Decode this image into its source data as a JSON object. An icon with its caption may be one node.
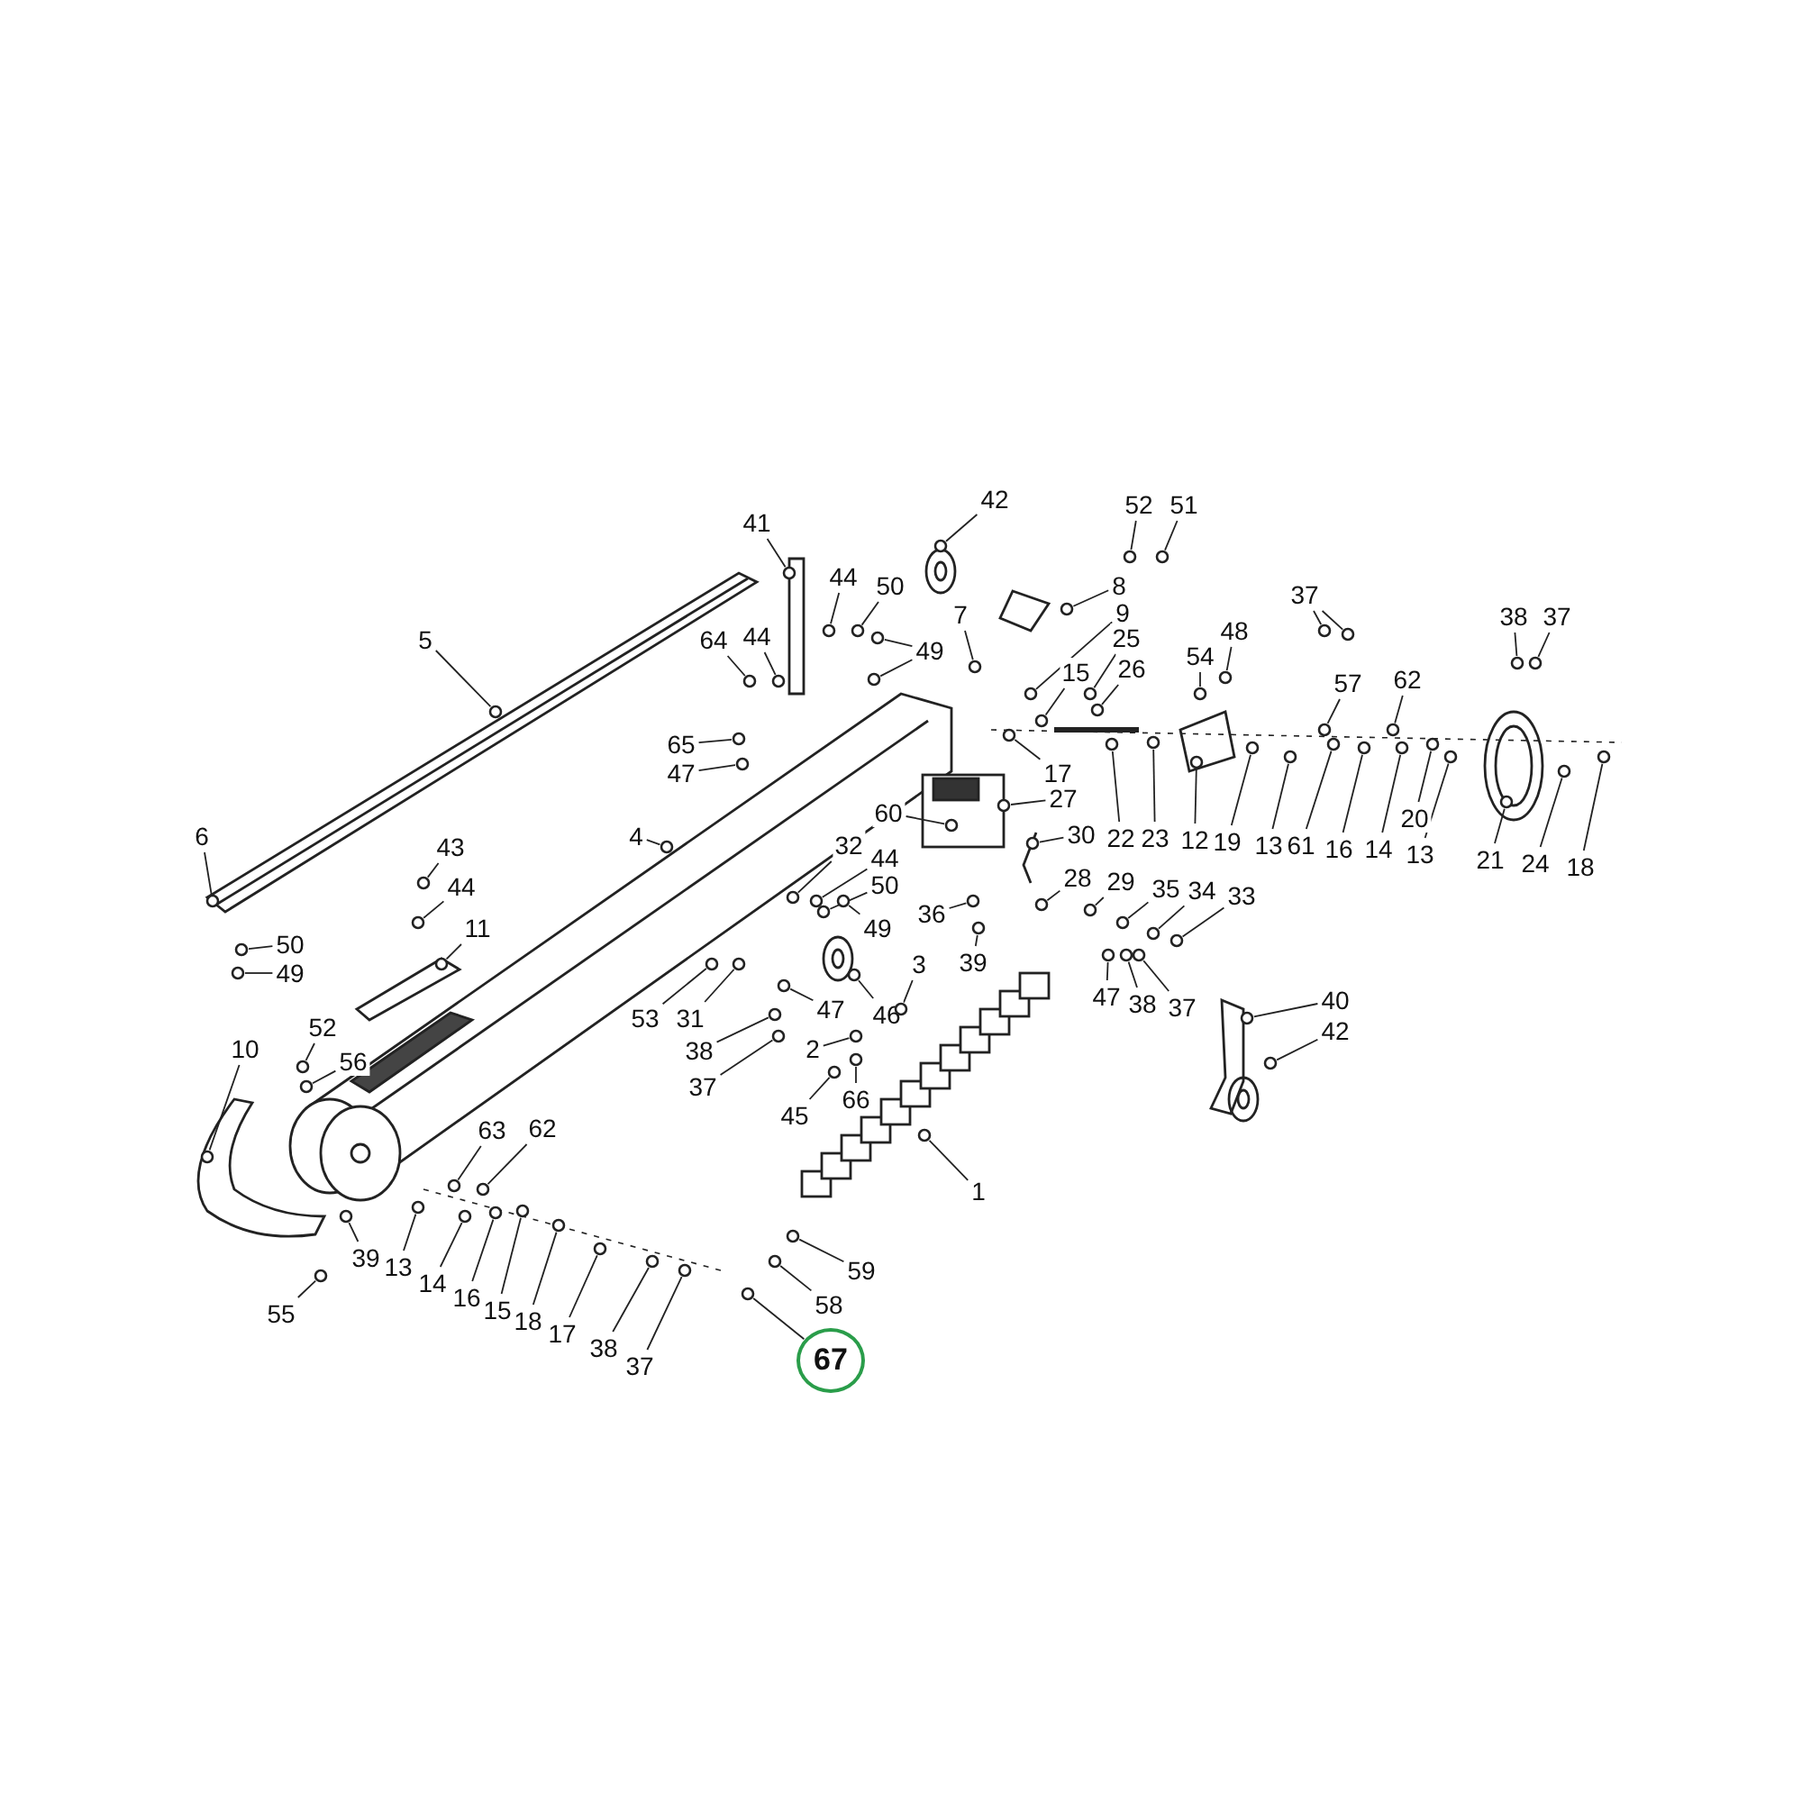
{
  "diagram": {
    "nodes": [
      {
        "text": [
          "42"
        ]
      },
      {
        "text": [
          "52"
        ]
      },
      {
        "text": [
          "51"
        ]
      },
      {
        "text": [
          "41"
        ]
      },
      {
        "text": [
          "44"
        ]
      },
      {
        "text": [
          "50"
        ]
      },
      {
        "text": [
          "8"
        ]
      },
      {
        "text": [
          "37"
        ]
      },
      {
        "text": [
          "38"
        ]
      },
      {
        "text": [
          "37"
        ]
      },
      {
        "text": [
          "9"
        ]
      },
      {
        "text": [
          "7"
        ]
      },
      {
        "text": [
          "64"
        ]
      },
      {
        "text": [
          "44"
        ]
      },
      {
        "text": [
          "48"
        ]
      },
      {
        "text": [
          "25"
        ]
      },
      {
        "text": [
          "49"
        ]
      },
      {
        "text": [
          "54"
        ]
      },
      {
        "text": [
          "15"
        ]
      },
      {
        "text": [
          "26"
        ]
      },
      {
        "text": [
          "57"
        ]
      },
      {
        "text": [
          "62"
        ]
      },
      {
        "text": [
          "5"
        ]
      },
      {
        "text": [
          "65"
        ]
      },
      {
        "text": [
          "47"
        ]
      },
      {
        "text": [
          "17"
        ]
      },
      {
        "text": [
          "27"
        ]
      },
      {
        "text": [
          "60"
        ]
      },
      {
        "text": [
          "4"
        ]
      },
      {
        "text": [
          "30"
        ]
      },
      {
        "text": [
          "22"
        ]
      },
      {
        "text": [
          "23"
        ]
      },
      {
        "text": [
          "12"
        ]
      },
      {
        "text": [
          "19"
        ]
      },
      {
        "text": [
          "13"
        ]
      },
      {
        "text": [
          "61"
        ]
      },
      {
        "text": [
          "16"
        ]
      },
      {
        "text": [
          "14"
        ]
      },
      {
        "text": [
          "20"
        ]
      },
      {
        "text": [
          "13"
        ]
      },
      {
        "text": [
          "21"
        ]
      },
      {
        "text": [
          "24"
        ]
      },
      {
        "text": [
          "18"
        ]
      },
      {
        "text": [
          "32"
        ]
      },
      {
        "text": [
          "44"
        ]
      },
      {
        "text": [
          "50"
        ]
      },
      {
        "text": [
          "49"
        ]
      },
      {
        "text": [
          "6"
        ]
      },
      {
        "text": [
          "43"
        ]
      },
      {
        "text": [
          "44"
        ]
      },
      {
        "text": [
          "50"
        ]
      },
      {
        "text": [
          "49"
        ]
      },
      {
        "text": [
          "11"
        ]
      },
      {
        "text": [
          "28"
        ]
      },
      {
        "text": [
          "29"
        ]
      },
      {
        "text": [
          "35"
        ]
      },
      {
        "text": [
          "34"
        ]
      },
      {
        "text": [
          "33"
        ]
      },
      {
        "text": [
          "36"
        ]
      },
      {
        "text": [
          "39"
        ]
      },
      {
        "text": [
          "3"
        ]
      },
      {
        "text": [
          "47"
        ]
      },
      {
        "text": [
          "38"
        ]
      },
      {
        "text": [
          "37"
        ]
      },
      {
        "text": [
          "53"
        ]
      },
      {
        "text": [
          "31"
        ]
      },
      {
        "text": [
          "47"
        ]
      },
      {
        "text": [
          "46"
        ]
      },
      {
        "text": [
          "40"
        ]
      },
      {
        "text": [
          "42"
        ]
      },
      {
        "text": [
          "38"
        ]
      },
      {
        "text": [
          "2"
        ]
      },
      {
        "text": [
          "52"
        ]
      },
      {
        "text": [
          "37"
        ]
      },
      {
        "text": [
          "56"
        ]
      },
      {
        "text": [
          "10"
        ]
      },
      {
        "text": [
          "45"
        ]
      },
      {
        "text": [
          "66"
        ]
      },
      {
        "text": [
          "63"
        ]
      },
      {
        "text": [
          "62"
        ]
      },
      {
        "text": [
          "1"
        ]
      },
      {
        "text": [
          "59"
        ]
      },
      {
        "text": [
          "39"
        ]
      },
      {
        "text": [
          "13"
        ]
      },
      {
        "text": [
          "14"
        ]
      },
      {
        "text": [
          "16"
        ]
      },
      {
        "text": [
          "15"
        ]
      },
      {
        "text": [
          "18"
        ]
      },
      {
        "text": [
          "17"
        ]
      },
      {
        "text": [
          "38"
        ]
      },
      {
        "text": [
          "37"
        ]
      },
      {
        "text": [
          "58"
        ]
      },
      {
        "text": [
          "55"
        ]
      },
      {
        "text": [
          "67"
        ]
      },
      {
        "text": [],
        "shape": "circle"
      },
      {
        "text": [],
        "shape": "circle"
      },
      {
        "text": [],
        "shape": "circle"
      },
      {
        "text": [],
        "shape": "circle"
      },
      {
        "text": [],
        "shape": "circle"
      },
      {
        "text": [],
        "shape": "circle"
      },
      {
        "text": [],
        "shape": "circle"
      },
      {
        "text": [],
        "shape": "circle"
      },
      {
        "text": [],
        "shape": "circle"
      },
      {
        "text": [],
        "shape": "circle"
      },
      {
        "text": [],
        "shape": "circle"
      },
      {
        "text": [],
        "shape": "circle"
      },
      {
        "text": [],
        "shape": "circle"
      },
      {
        "text": [],
        "shape": "circle"
      },
      {
        "text": [],
        "shape": "circle"
      },
      {
        "text": [],
        "shape": "circle"
      },
      {
        "text": [],
        "shape": "circle"
      },
      {
        "text": [],
        "shape": "circle"
      },
      {
        "text": [],
        "shape": "circle"
      },
      {
        "text": [],
        "shape": "circle"
      },
      {
        "text": [],
        "shape": "circle"
      },
      {
        "text": [],
        "shape": "circle"
      },
      {
        "text": [],
        "shape": "circle"
      },
      {
        "text": [],
        "shape": "circle"
      },
      {
        "text": [],
        "shape": "circle"
      },
      {
        "text": [],
        "shape": "circle"
      },
      {
        "text": [],
        "shape": "circle"
      },
      {
        "text": [],
        "shape": "circle"
      },
      {
        "text": [],
        "shape": "circle"
      },
      {
        "text": [],
        "shape": "circle"
      },
      {
        "text": [],
        "shape": "circle"
      },
      {
        "text": [],
        "shape": "circle"
      },
      {
        "text": [],
        "shape": "circle"
      },
      {
        "text": [],
        "shape": "circle"
      },
      {
        "text": [],
        "shape": "circle"
      },
      {
        "text": [],
        "shape": "circle"
      },
      {
        "text": [],
        "shape": "circle"
      },
      {
        "text": [],
        "shape": "circle"
      },
      {
        "text": [],
        "shape": "circle"
      },
      {
        "text": [],
        "shape": "circle"
      },
      {
        "text": [],
        "shape": "circle"
      },
      {
        "text": [],
        "shape": "circle"
      },
      {
        "text": [],
        "shape": "circle"
      },
      {
        "text": [],
        "shape": "circle"
      },
      {
        "text": [],
        "shape": "circle"
      },
      {
        "text": [],
        "shape": "circle"
      },
      {
        "text": [],
        "shape": "circle"
      },
      {
        "text": [],
        "shape": "circle"
      },
      {
        "text": [],
        "shape": "circle"
      },
      {
        "text": [],
        "shape": "circle"
      },
      {
        "text": [],
        "shape": "circle"
      },
      {
        "text": [],
        "shape": "circle"
      },
      {
        "text": [],
        "shape": "circle"
      },
      {
        "text": [],
        "shape": "circle"
      },
      {
        "text": [],
        "shape": "circle"
      },
      {
        "text": [],
        "shape": "circle"
      },
      {
        "text": [],
        "shape": "circle"
      },
      {
        "text": [],
        "shape": "circle"
      },
      {
        "text": [],
        "shape": "circle"
      },
      {
        "text": [],
        "shape": "circle"
      },
      {
        "text": [],
        "shape": "circle"
      },
      {
        "text": [],
        "shape": "circle"
      },
      {
        "text": [],
        "shape": "circle"
      },
      {
        "text": [],
        "shape": "circle"
      },
      {
        "text": [],
        "shape": "circle"
      },
      {
        "text": [],
        "shape": "circle"
      },
      {
        "text": [],
        "shape": "circle"
      },
      {
        "text": [],
        "shape": "circle"
      },
      {
        "text": [],
        "shape": "circle"
      },
      {
        "text": [],
        "shape": "circle"
      },
      {
        "text": [],
        "shape": "circle"
      },
      {
        "text": [],
        "shape": "circle"
      },
      {
        "text": [],
        "shape": "circle"
      },
      {
        "text": [],
        "shape": "circle"
      },
      {
        "text": [],
        "shape": "circle"
      },
      {
        "text": [],
        "shape": "circle"
      },
      {
        "text": [],
        "shape": "circle"
      },
      {
        "text": [],
        "shape": "circle"
      },
      {
        "text": [],
        "shape": "circle"
      },
      {
        "text": [],
        "shape": "circle"
      },
      {
        "text": [],
        "shape": "circle"
      },
      {
        "text": [],
        "shape": "circle"
      },
      {
        "text": [],
        "shape": "circle"
      },
      {
        "text": [],
        "shape": "circle"
      },
      {
        "text": [],
        "shape": "circle"
      },
      {
        "text": [],
        "shape": "circle"
      },
      {
        "text": [],
        "shape": "circle"
      },
      {
        "text": [],
        "shape": "circle"
      },
      {
        "text": [],
        "shape": "circle"
      },
      {
        "text": [],
        "shape": "circle"
      },
      {
        "text": [],
        "shape": "circle"
      },
      {
        "text": [],
        "shape": "circle"
      },
      {
        "text": [],
        "shape": "circle"
      },
      {
        "text": [],
        "shape": "circle"
      },
      {
        "text": [],
        "shape": "circle"
      },
      {
        "text": [],
        "shape": "circle"
      }
    ],
    "edges": [
      {
        "from": 0,
        "to": 94,
        "arrow": "none"
      },
      {
        "from": 1,
        "to": 95,
        "arrow": "none"
      },
      {
        "from": 2,
        "to": 96,
        "arrow": "none"
      },
      {
        "from": 3,
        "to": 97,
        "arrow": "none"
      },
      {
        "from": 4,
        "to": 98,
        "arrow": "none"
      },
      {
        "from": 5,
        "to": 99,
        "arrow": "none"
      },
      {
        "from": 6,
        "to": 100,
        "arrow": "none"
      },
      {
        "from": 7,
        "to": 101,
        "arrow": "none"
      },
      {
        "from": 7,
        "to": 102,
        "arrow": "none"
      },
      {
        "from": 8,
        "to": 103,
        "arrow": "none"
      },
      {
        "from": 9,
        "to": 104,
        "arrow": "none"
      },
      {
        "from": 10,
        "to": 105,
        "arrow": "none"
      },
      {
        "from": 11,
        "to": 106,
        "arrow": "none"
      },
      {
        "from": 12,
        "to": 107,
        "arrow": "none"
      },
      {
        "from": 13,
        "to": 108,
        "arrow": "none"
      },
      {
        "from": 14,
        "to": 109,
        "arrow": "none"
      },
      {
        "from": 15,
        "to": 110,
        "arrow": "none"
      },
      {
        "from": 16,
        "to": 111,
        "arrow": "none"
      },
      {
        "from": 16,
        "to": 112,
        "arrow": "none"
      },
      {
        "from": 17,
        "to": 113,
        "arrow": "none"
      },
      {
        "from": 18,
        "to": 114,
        "arrow": "none"
      },
      {
        "from": 19,
        "to": 115,
        "arrow": "none"
      },
      {
        "from": 20,
        "to": 116,
        "arrow": "none"
      },
      {
        "from": 21,
        "to": 117,
        "arrow": "none"
      },
      {
        "from": 22,
        "to": 118,
        "arrow": "none"
      },
      {
        "from": 23,
        "to": 119,
        "arrow": "none"
      },
      {
        "from": 24,
        "to": 120,
        "arrow": "none"
      },
      {
        "from": 25,
        "to": 121,
        "arrow": "none"
      },
      {
        "from": 26,
        "to": 122,
        "arrow": "none"
      },
      {
        "from": 27,
        "to": 123,
        "arrow": "none"
      },
      {
        "from": 28,
        "to": 124,
        "arrow": "none"
      },
      {
        "from": 29,
        "to": 125,
        "arrow": "none"
      },
      {
        "from": 30,
        "to": 126,
        "arrow": "none"
      },
      {
        "from": 31,
        "to": 127,
        "arrow": "none"
      },
      {
        "from": 32,
        "to": 128,
        "arrow": "none"
      },
      {
        "from": 33,
        "to": 129,
        "arrow": "none"
      },
      {
        "from": 34,
        "to": 130,
        "arrow": "none"
      },
      {
        "from": 35,
        "to": 131,
        "arrow": "none"
      },
      {
        "from": 36,
        "to": 132,
        "arrow": "none"
      },
      {
        "from": 37,
        "to": 133,
        "arrow": "none"
      },
      {
        "from": 38,
        "to": 134,
        "arrow": "none"
      },
      {
        "from": 39,
        "to": 135,
        "arrow": "none"
      },
      {
        "from": 40,
        "to": 136,
        "arrow": "none"
      },
      {
        "from": 41,
        "to": 137,
        "arrow": "none"
      },
      {
        "from": 42,
        "to": 138,
        "arrow": "none"
      },
      {
        "from": 43,
        "to": 139,
        "arrow": "none"
      },
      {
        "from": 44,
        "to": 140,
        "arrow": "none"
      },
      {
        "from": 45,
        "to": 141,
        "arrow": "none"
      },
      {
        "from": 46,
        "to": 142,
        "arrow": "none"
      },
      {
        "from": 47,
        "to": 143,
        "arrow": "none"
      },
      {
        "from": 48,
        "to": 144,
        "arrow": "none"
      },
      {
        "from": 49,
        "to": 145,
        "arrow": "none"
      },
      {
        "from": 50,
        "to": 146,
        "arrow": "none"
      },
      {
        "from": 51,
        "to": 147,
        "arrow": "none"
      },
      {
        "from": 52,
        "to": 148,
        "arrow": "none"
      },
      {
        "from": 53,
        "to": 149,
        "arrow": "none"
      },
      {
        "from": 54,
        "to": 150,
        "arrow": "none"
      },
      {
        "from": 55,
        "to": 151,
        "arrow": "none"
      },
      {
        "from": 56,
        "to": 152,
        "arrow": "none"
      },
      {
        "from": 57,
        "to": 153,
        "arrow": "none"
      },
      {
        "from": 58,
        "to": 154,
        "arrow": "none"
      },
      {
        "from": 59,
        "to": 155,
        "arrow": "none"
      },
      {
        "from": 60,
        "to": 156,
        "arrow": "none"
      },
      {
        "from": 61,
        "to": 157,
        "arrow": "none"
      },
      {
        "from": 62,
        "to": 158,
        "arrow": "none"
      },
      {
        "from": 63,
        "to": 159,
        "arrow": "none"
      },
      {
        "from": 64,
        "to": 160,
        "arrow": "none"
      },
      {
        "from": 65,
        "to": 161,
        "arrow": "none"
      },
      {
        "from": 66,
        "to": 162,
        "arrow": "none"
      },
      {
        "from": 67,
        "to": 163,
        "arrow": "none"
      },
      {
        "from": 68,
        "to": 164,
        "arrow": "none"
      },
      {
        "from": 69,
        "to": 165,
        "arrow": "none"
      },
      {
        "from": 70,
        "to": 166,
        "arrow": "none"
      },
      {
        "from": 71,
        "to": 167,
        "arrow": "none"
      },
      {
        "from": 72,
        "to": 168,
        "arrow": "none"
      },
      {
        "from": 73,
        "to": 169,
        "arrow": "none"
      },
      {
        "from": 74,
        "to": 170,
        "arrow": "none"
      },
      {
        "from": 75,
        "to": 171,
        "arrow": "none"
      },
      {
        "from": 76,
        "to": 172,
        "arrow": "none"
      },
      {
        "from": 77,
        "to": 173,
        "arrow": "none"
      },
      {
        "from": 78,
        "to": 174,
        "arrow": "none"
      },
      {
        "from": 79,
        "to": 175,
        "arrow": "none"
      },
      {
        "from": 80,
        "to": 176,
        "arrow": "none"
      },
      {
        "from": 81,
        "to": 177,
        "arrow": "none"
      },
      {
        "from": 82,
        "to": 178,
        "arrow": "none"
      },
      {
        "from": 83,
        "to": 179,
        "arrow": "none"
      },
      {
        "from": 84,
        "to": 180,
        "arrow": "none"
      },
      {
        "from": 85,
        "to": 181,
        "arrow": "none"
      },
      {
        "from": 86,
        "to": 182,
        "arrow": "none"
      },
      {
        "from": 87,
        "to": 183,
        "arrow": "none"
      },
      {
        "from": 88,
        "to": 184,
        "arrow": "none"
      },
      {
        "from": 89,
        "to": 185,
        "arrow": "none"
      },
      {
        "from": 90,
        "to": 186,
        "arrow": "none"
      },
      {
        "from": 91,
        "to": 187,
        "arrow": "none"
      },
      {
        "from": 92,
        "to": 188,
        "arrow": "none"
      },
      {
        "from": 93,
        "to": 189,
        "arrow": "none"
      }
    ]
  }
}
